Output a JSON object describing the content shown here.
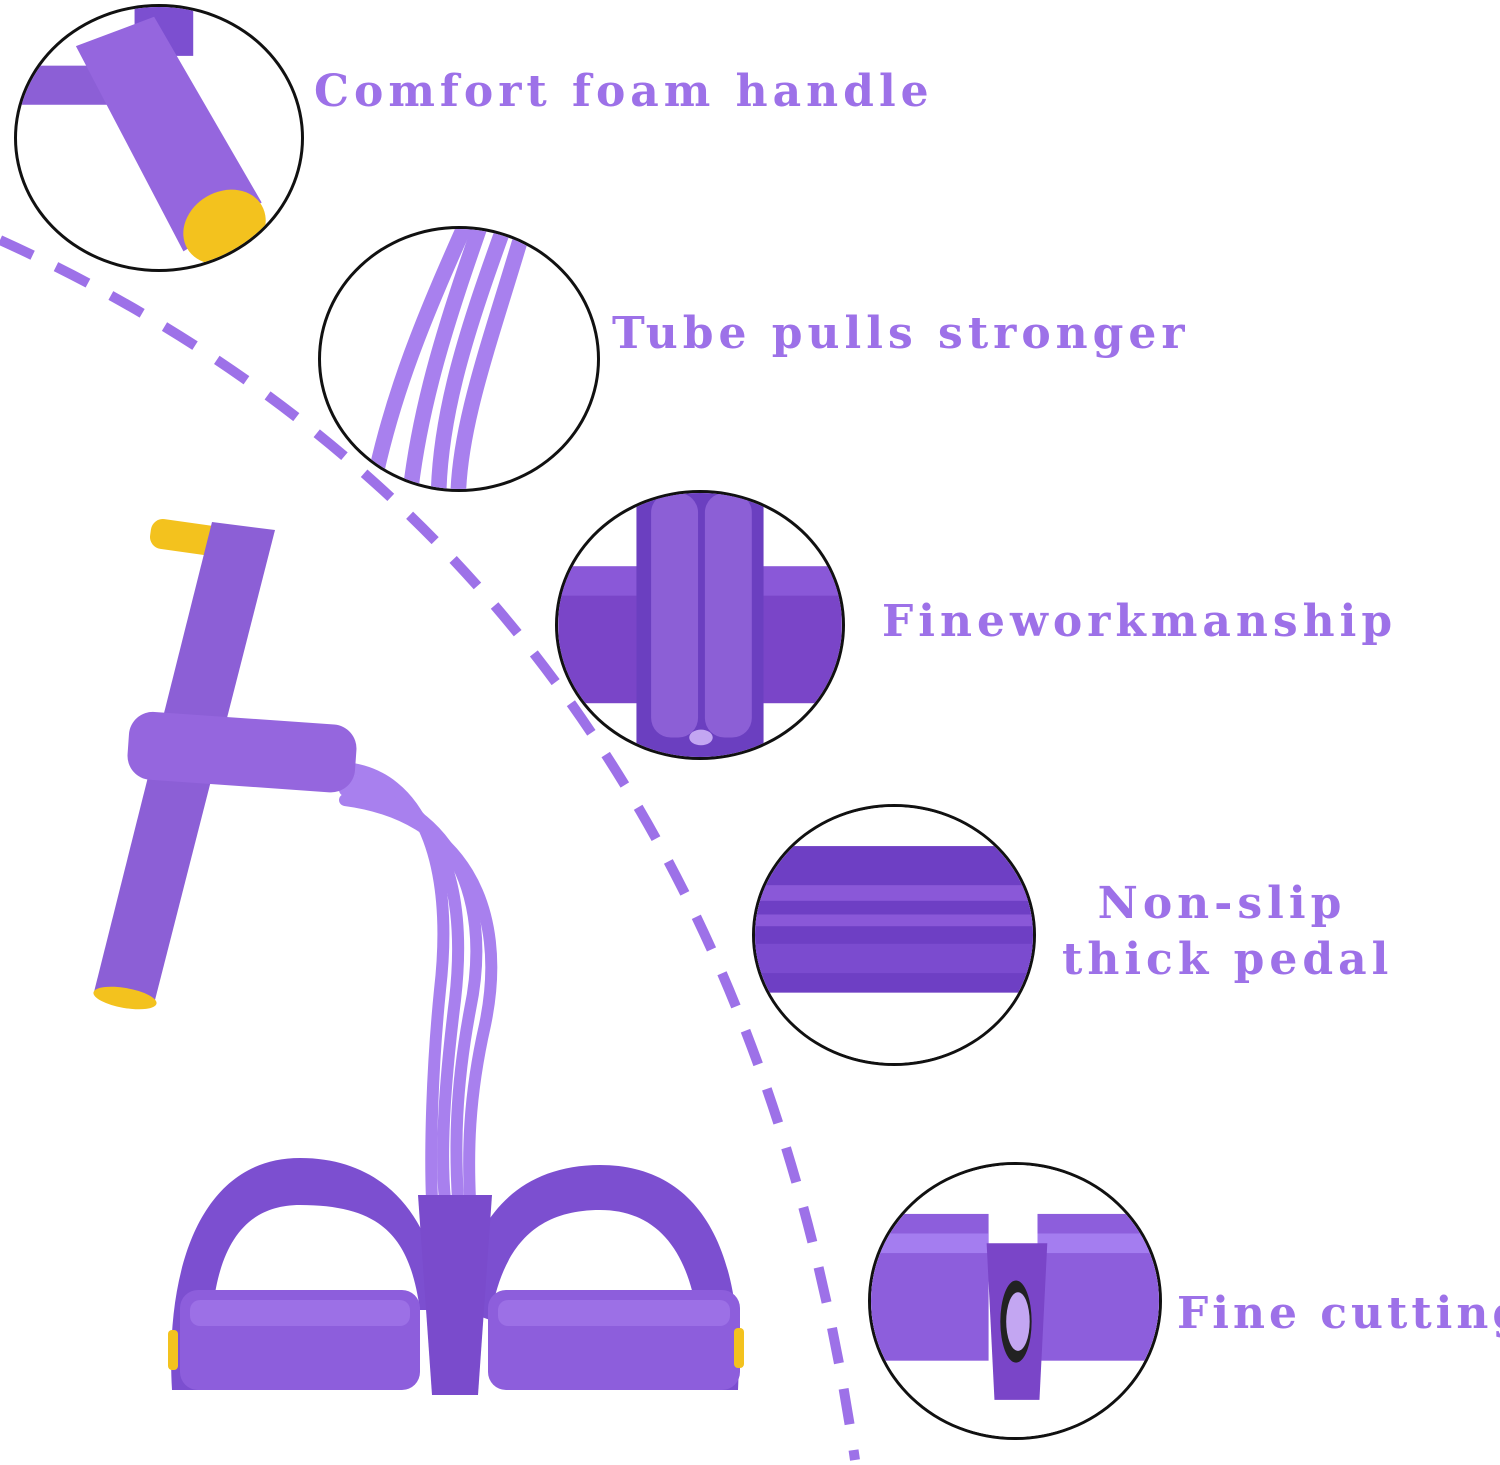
{
  "features": [
    {
      "id": "handle",
      "label": "Comfort foam handle"
    },
    {
      "id": "tube",
      "label": "Tube pulls stronger"
    },
    {
      "id": "workmanship",
      "label": "Fineworkmanship"
    },
    {
      "id": "pedal",
      "label_line1": "Non-slip",
      "label_line2": "thick pedal"
    },
    {
      "id": "cutting",
      "label": "Fine cutting"
    }
  ],
  "colors": {
    "accent": "#9d71e8",
    "foam": "#8c5fd6",
    "foam_dark": "#6b3fc0",
    "tube": "#a880ee",
    "cap": "#f3c21e",
    "outline": "#111111"
  }
}
